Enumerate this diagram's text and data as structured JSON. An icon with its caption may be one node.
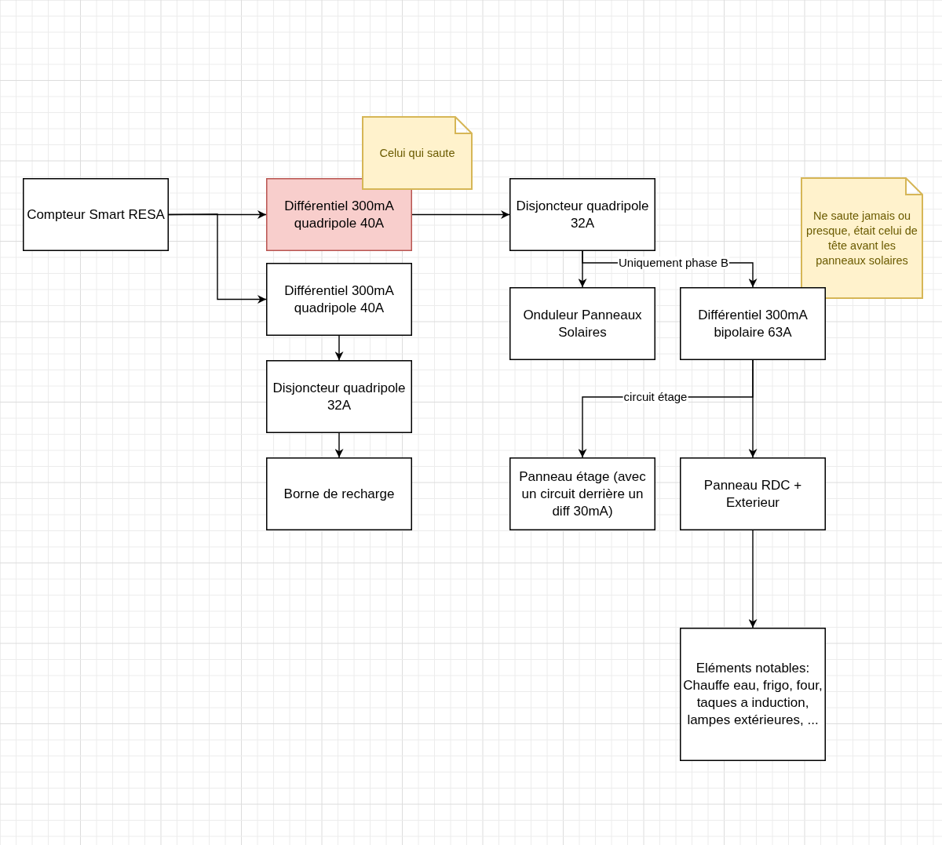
{
  "diagram": {
    "nodes": [
      {
        "text": [
          "Compteur Smart RESA"
        ]
      },
      {
        "text": [
          "Différentiel 300mA quadripole 40A"
        ]
      },
      {
        "text": [
          "Celui qui saute"
        ]
      },
      {
        "text": [
          "Disjoncteur quadripole 32A"
        ]
      },
      {
        "text": [
          "Ne saute jamais ou presque, était celui de tête avant les panneaux solaires"
        ]
      },
      {
        "text": [
          "Différentiel 300mA quadripole 40A"
        ]
      },
      {
        "text": [
          "Onduleur Panneaux Solaires"
        ]
      },
      {
        "text": [
          "Différentiel 300mA bipolaire 63A"
        ]
      },
      {
        "text": [
          "Disjoncteur quadripole 32A"
        ]
      },
      {
        "text": [
          "Borne de recharge"
        ]
      },
      {
        "text": [
          "Panneau étage (avec un circuit derrière un diff 30mA)"
        ]
      },
      {
        "text": [
          "Panneau RDC + Exterieur"
        ]
      },
      {
        "text": [
          "Eléments notables: Chauffe eau, frigo, four, taques a induction, lampes extérieures, ..."
        ]
      }
    ],
    "edges": [
      {
        "from": 0,
        "to": 1,
        "arrow": "to"
      },
      {
        "from": 0,
        "to": 5,
        "arrow": "to"
      },
      {
        "from": 1,
        "to": 3,
        "arrow": "to"
      },
      {
        "from": 3,
        "to": 6,
        "arrow": "to"
      },
      {
        "from": 3,
        "to": 7,
        "arrow": "to",
        "label": "Uniquement phase B"
      },
      {
        "from": 5,
        "to": 8,
        "arrow": "to"
      },
      {
        "from": 8,
        "to": 9,
        "arrow": "to"
      },
      {
        "from": 7,
        "to": 10,
        "arrow": "to",
        "label": "circuit étage"
      },
      {
        "from": 7,
        "to": 11,
        "arrow": "to"
      },
      {
        "from": 11,
        "to": 12,
        "arrow": "to"
      }
    ]
  }
}
